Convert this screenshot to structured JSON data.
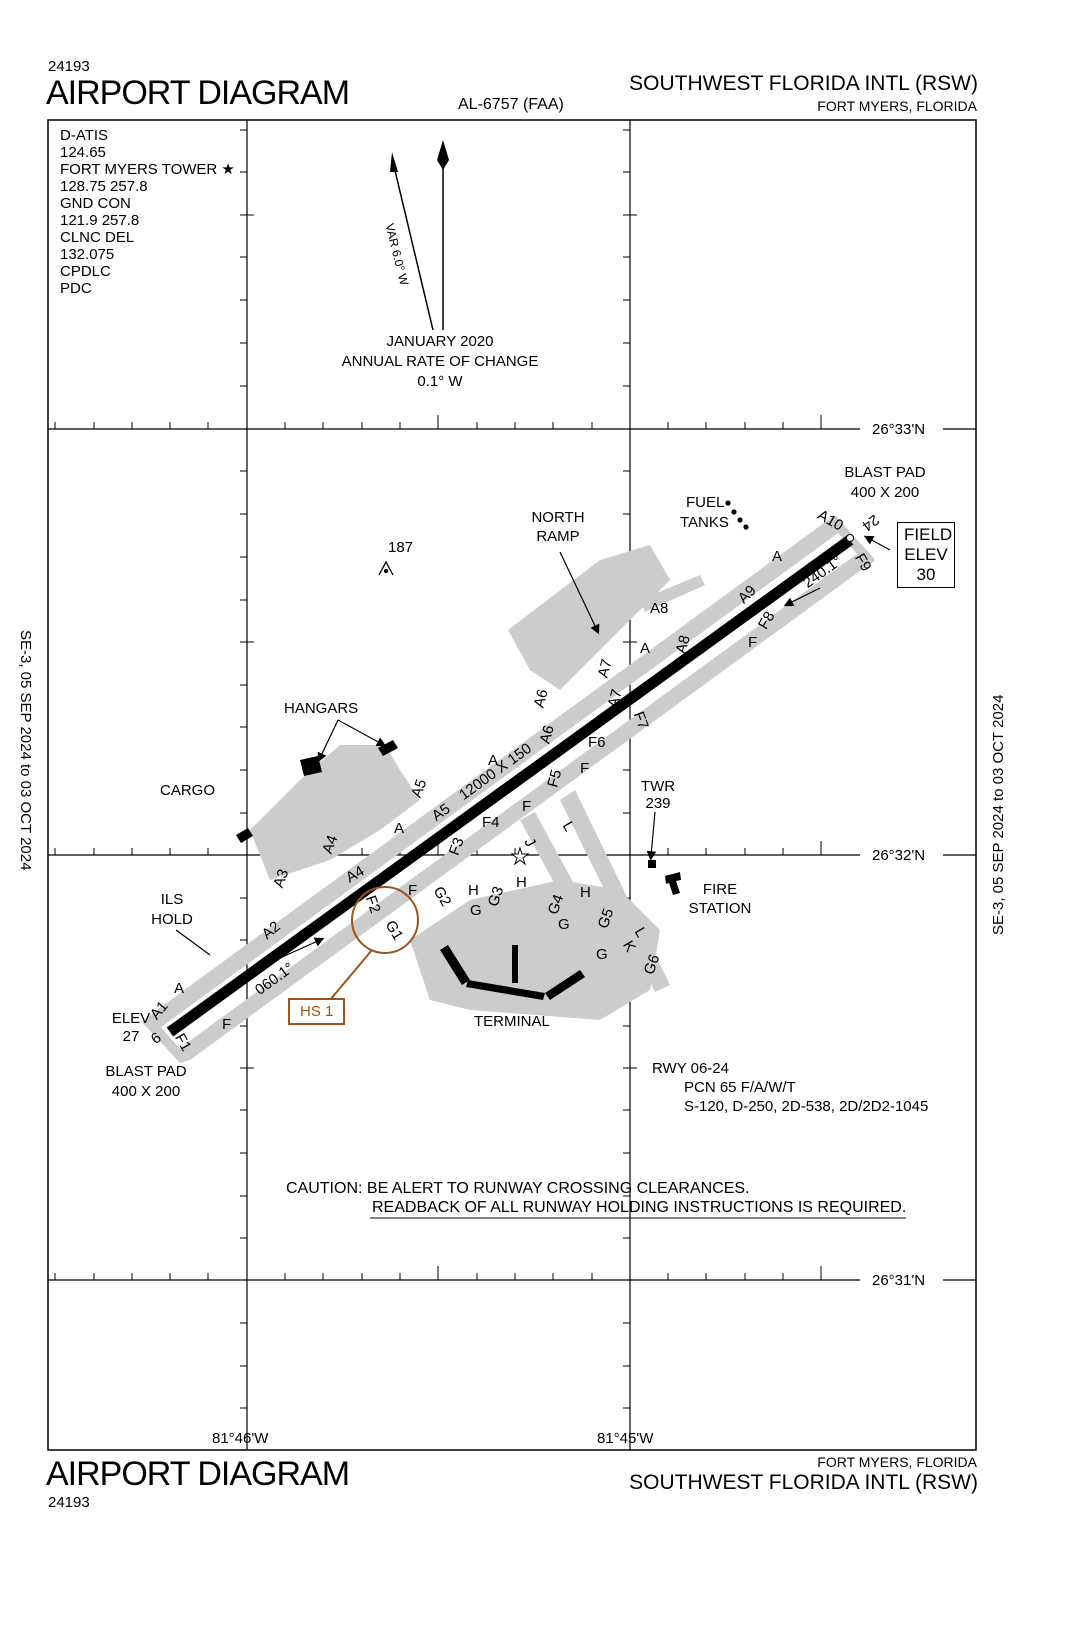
{
  "header": {
    "chart_number": "24193",
    "title": "AIRPORT DIAGRAM",
    "al_number": "AL-6757 (FAA)",
    "airport_name": "SOUTHWEST FLORIDA INTL (RSW)",
    "city": "FORT MYERS, FLORIDA"
  },
  "frequencies": [
    "D-ATIS",
    "124.65",
    "FORT MYERS TOWER",
    "128.75  257.8",
    "GND CON",
    "121.9  257.8",
    "CLNC DEL",
    "132.075",
    "CPDLC",
    "PDC"
  ],
  "magnetic": {
    "variation": "VAR 6.0° W",
    "date": "JANUARY 2020",
    "rate_label": "ANNUAL RATE OF CHANGE",
    "rate_value": "0.1° W"
  },
  "coordinates": {
    "lat_top": "26°33'N",
    "lat_mid": "26°32'N",
    "lat_bot": "26°31'N",
    "lon_left": "81°46'W",
    "lon_right": "81°45'W"
  },
  "effective_dates": "SE-3,  05 SEP 2024  to  03 OCT 2024",
  "runway": {
    "dimensions": "12000 X 150",
    "heading_ne": "060.1°",
    "heading_sw": "240.1°",
    "end_sw": "6",
    "end_ne": "24",
    "pcn": "RWY 06-24",
    "pcn_value": "PCN 65 F/A/W/T",
    "strength": "S-120, D-250, 2D-538, 2D/2D2-1045"
  },
  "labels": {
    "blast_pad_ne": [
      "BLAST PAD",
      "400 X 200"
    ],
    "blast_pad_sw": [
      "BLAST PAD",
      "400 X 200"
    ],
    "field_elev": [
      "FIELD",
      "ELEV",
      "30"
    ],
    "elev_sw": [
      "ELEV",
      "27"
    ],
    "fuel_tanks": [
      "FUEL",
      "TANKS"
    ],
    "north_ramp": [
      "NORTH",
      "RAMP"
    ],
    "obstacle": "187",
    "hangars": "HANGARS",
    "cargo": "CARGO",
    "ils_hold": [
      "ILS",
      "HOLD"
    ],
    "tower": [
      "TWR",
      "239"
    ],
    "fire_station": [
      "FIRE",
      "STATION"
    ],
    "terminal": "TERMINAL",
    "hot_spot": "HS 1"
  },
  "taxiways": {
    "A": "A",
    "A1": "A1",
    "A2": "A2",
    "A3": "A3",
    "A4": "A4",
    "A5": "A5",
    "A6": "A6",
    "A7": "A7",
    "A8": "A8",
    "A9": "A9",
    "A10": "A10",
    "F": "F",
    "F1": "F1",
    "F2": "F2",
    "F3": "F3",
    "F4": "F4",
    "F5": "F5",
    "F6": "F6",
    "F7": "F7",
    "F8": "F8",
    "F9": "F9",
    "G": "G",
    "G1": "G1",
    "G2": "G2",
    "G3": "G3",
    "G4": "G4",
    "G5": "G5",
    "G6": "G6",
    "H": "H",
    "J": "J",
    "K": "K",
    "L": "L"
  },
  "caution": {
    "line1": "CAUTION: BE ALERT TO RUNWAY CROSSING CLEARANCES.",
    "line2": "READBACK OF ALL RUNWAY HOLDING INSTRUCTIONS IS REQUIRED."
  },
  "colors": {
    "ink": "#000000",
    "pavement": "#cccccc",
    "hotspot": "#a0521d"
  }
}
